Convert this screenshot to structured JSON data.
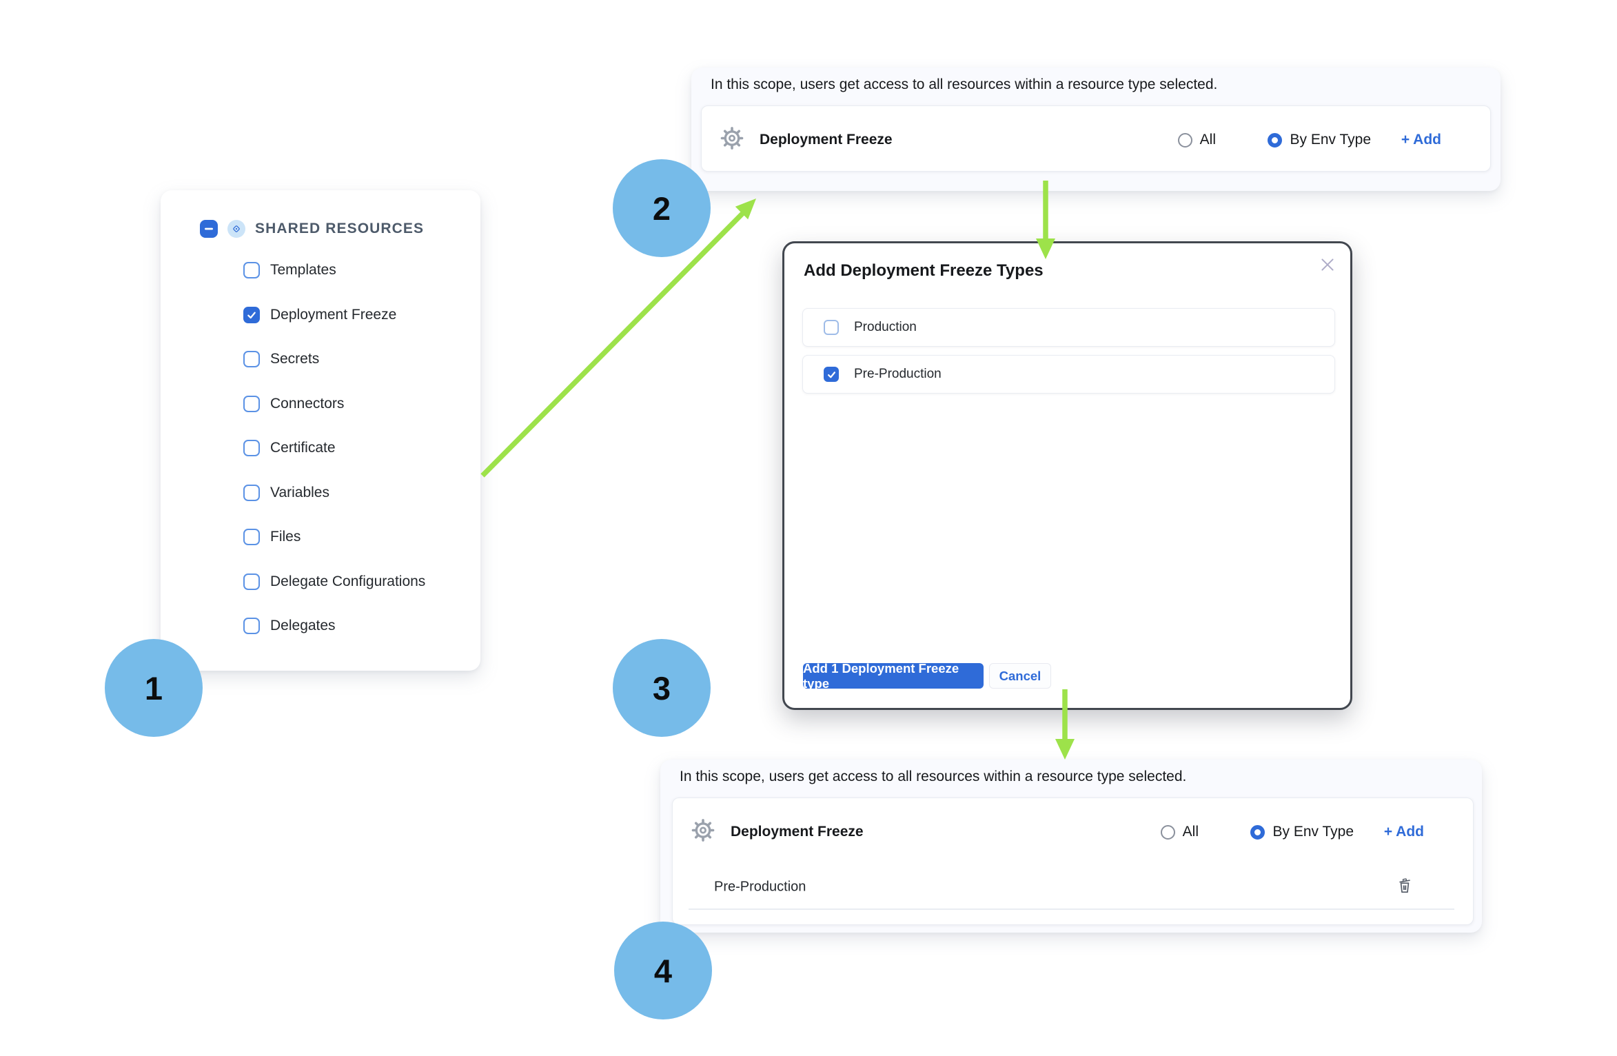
{
  "badges": {
    "step1": "1",
    "step2": "2",
    "step3": "3",
    "step4": "4"
  },
  "sidebar": {
    "header": "SHARED RESOURCES",
    "items": [
      {
        "label": "Templates",
        "checked": false
      },
      {
        "label": "Deployment Freeze",
        "checked": true
      },
      {
        "label": "Secrets",
        "checked": false
      },
      {
        "label": "Connectors",
        "checked": false
      },
      {
        "label": "Certificate",
        "checked": false
      },
      {
        "label": "Variables",
        "checked": false
      },
      {
        "label": "Files",
        "checked": false
      },
      {
        "label": "Delegate Configurations",
        "checked": false
      },
      {
        "label": "Delegates",
        "checked": false
      }
    ]
  },
  "scope_panel_top": {
    "description": "In this scope, users get access to all resources within a resource type selected.",
    "resource_label": "Deployment Freeze",
    "radio_all_label": "All",
    "radio_all_selected": false,
    "radio_by_env_label": "By Env Type",
    "radio_by_env_selected": true,
    "add_label": "+ Add"
  },
  "modal": {
    "title": "Add Deployment Freeze Types",
    "options": [
      {
        "label": "Production",
        "checked": false
      },
      {
        "label": "Pre-Production",
        "checked": true
      }
    ],
    "primary_button": "Add 1 Deployment Freeze type",
    "cancel_button": "Cancel"
  },
  "scope_panel_bottom": {
    "description": "In this scope, users get access to all resources within a resource type selected.",
    "resource_label": "Deployment Freeze",
    "radio_all_label": "All",
    "radio_all_selected": false,
    "radio_by_env_label": "By Env Type",
    "radio_by_env_selected": true,
    "add_label": "+ Add",
    "selected_item": "Pre-Production"
  },
  "icons": {
    "gear": "gear-icon",
    "trash": "trash-icon",
    "close": "close-icon",
    "shared_resources": "diamond-icon",
    "arrows": "green-flow-arrows"
  },
  "colors": {
    "accent": "#2F6BD8",
    "checkbox_border": "#5B92E5",
    "modal_checkbox_border": "#9FBCE8",
    "badge": "#76BBE9",
    "arrow": "#9DE24A",
    "modal_border": "#42474F",
    "gear_gray": "#9AA1AC",
    "trash_gray": "#59606B",
    "header_text": "#4D5A6A",
    "text": "#17191C",
    "list_text": "#25292E",
    "border_light": "#E9ECF2",
    "panel_bg": "#F9FAFE",
    "radio_border": "#8A909C",
    "close_gray": "#AEACC8"
  }
}
